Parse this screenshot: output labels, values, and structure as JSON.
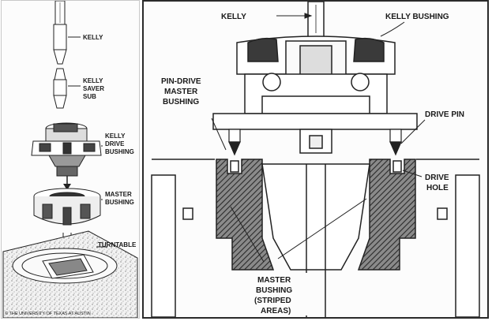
{
  "left": {
    "labels": {
      "kelly": "KELLY",
      "saver_1": "KELLY",
      "saver_2": "SAVER",
      "saver_3": "SUB",
      "drive_1": "KELLY",
      "drive_2": "DRIVE",
      "drive_3": "BUSHING",
      "master_1": "MASTER",
      "master_2": "BUSHING",
      "turntable": "TURNTABLE"
    },
    "credit": "© THE UNIVERSITY OF TEXAS AT AUSTIN"
  },
  "right": {
    "labels": {
      "kelly": "KELLY",
      "kelly_bushing": "KELLY BUSHING",
      "pin_drive_1": "PIN-DRIVE",
      "pin_drive_2": "MASTER",
      "pin_drive_3": "BUSHING",
      "drive_pin": "DRIVE PIN",
      "drive_hole_1": "DRIVE",
      "drive_hole_2": "HOLE",
      "master_bushing_1": "MASTER",
      "master_bushing_2": "BUSHING",
      "master_bushing_3": "(STRIPED",
      "master_bushing_4": "AREAS)"
    }
  }
}
